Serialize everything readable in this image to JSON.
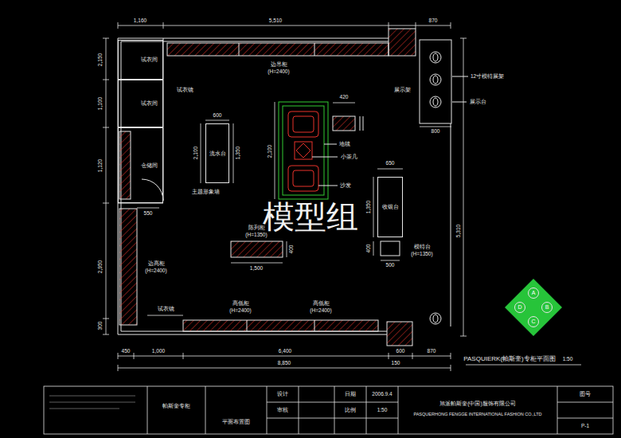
{
  "diagram": {
    "title": "PASQUIERK(帕斯奎)专柜平面图",
    "nodes": [
      {
        "text": [
          "试衣间"
        ]
      },
      {
        "text": [
          "试衣间"
        ]
      },
      {
        "text": [
          "仓储间"
        ]
      },
      {
        "text": [
          "流水台"
        ]
      },
      {
        "text": [
          "收银台"
        ]
      },
      {
        "text": [
          "A"
        ]
      },
      {
        "text": [
          "B"
        ]
      },
      {
        "text": [
          "C"
        ]
      },
      {
        "text": [
          "D"
        ]
      }
    ],
    "labels": [
      "1,160",
      "5,510",
      "870",
      "2,150",
      "1,100",
      "1,120",
      "2,950",
      "300",
      "450",
      "1,000",
      "6,400",
      "600",
      "870",
      "8,850",
      "150",
      "5,310",
      "边吊柜",
      "(H=2400)",
      "600",
      "1,350",
      "2,100",
      "主题形象墙",
      "2,100",
      "420",
      "地毯",
      "小茶几",
      "沙发",
      "650",
      "1,350",
      "400",
      "500",
      "模特台",
      "(H=1350)",
      "陈列柜",
      "(H=1350)",
      "1,500",
      "400",
      "边高柜",
      "(H=2400)",
      "高低柜",
      "(H=2400)",
      "高低柜",
      "(H=2400)",
      "试衣镜",
      "550",
      "展示架",
      "12寸模特展架",
      "展示台",
      "800",
      "试衣镜",
      "模型组",
      "1:50",
      "帕斯奎专柜",
      "平面布置图",
      "设计",
      "审核",
      "日期",
      "2006.9.4",
      "比例",
      "1:50",
      "旭派帕斯奎(中国)服饰有限公司",
      "PASQUERHONG FENGGE INTERNATIONAL FASHION CO.,LTD",
      "图号",
      "P-1"
    ]
  }
}
